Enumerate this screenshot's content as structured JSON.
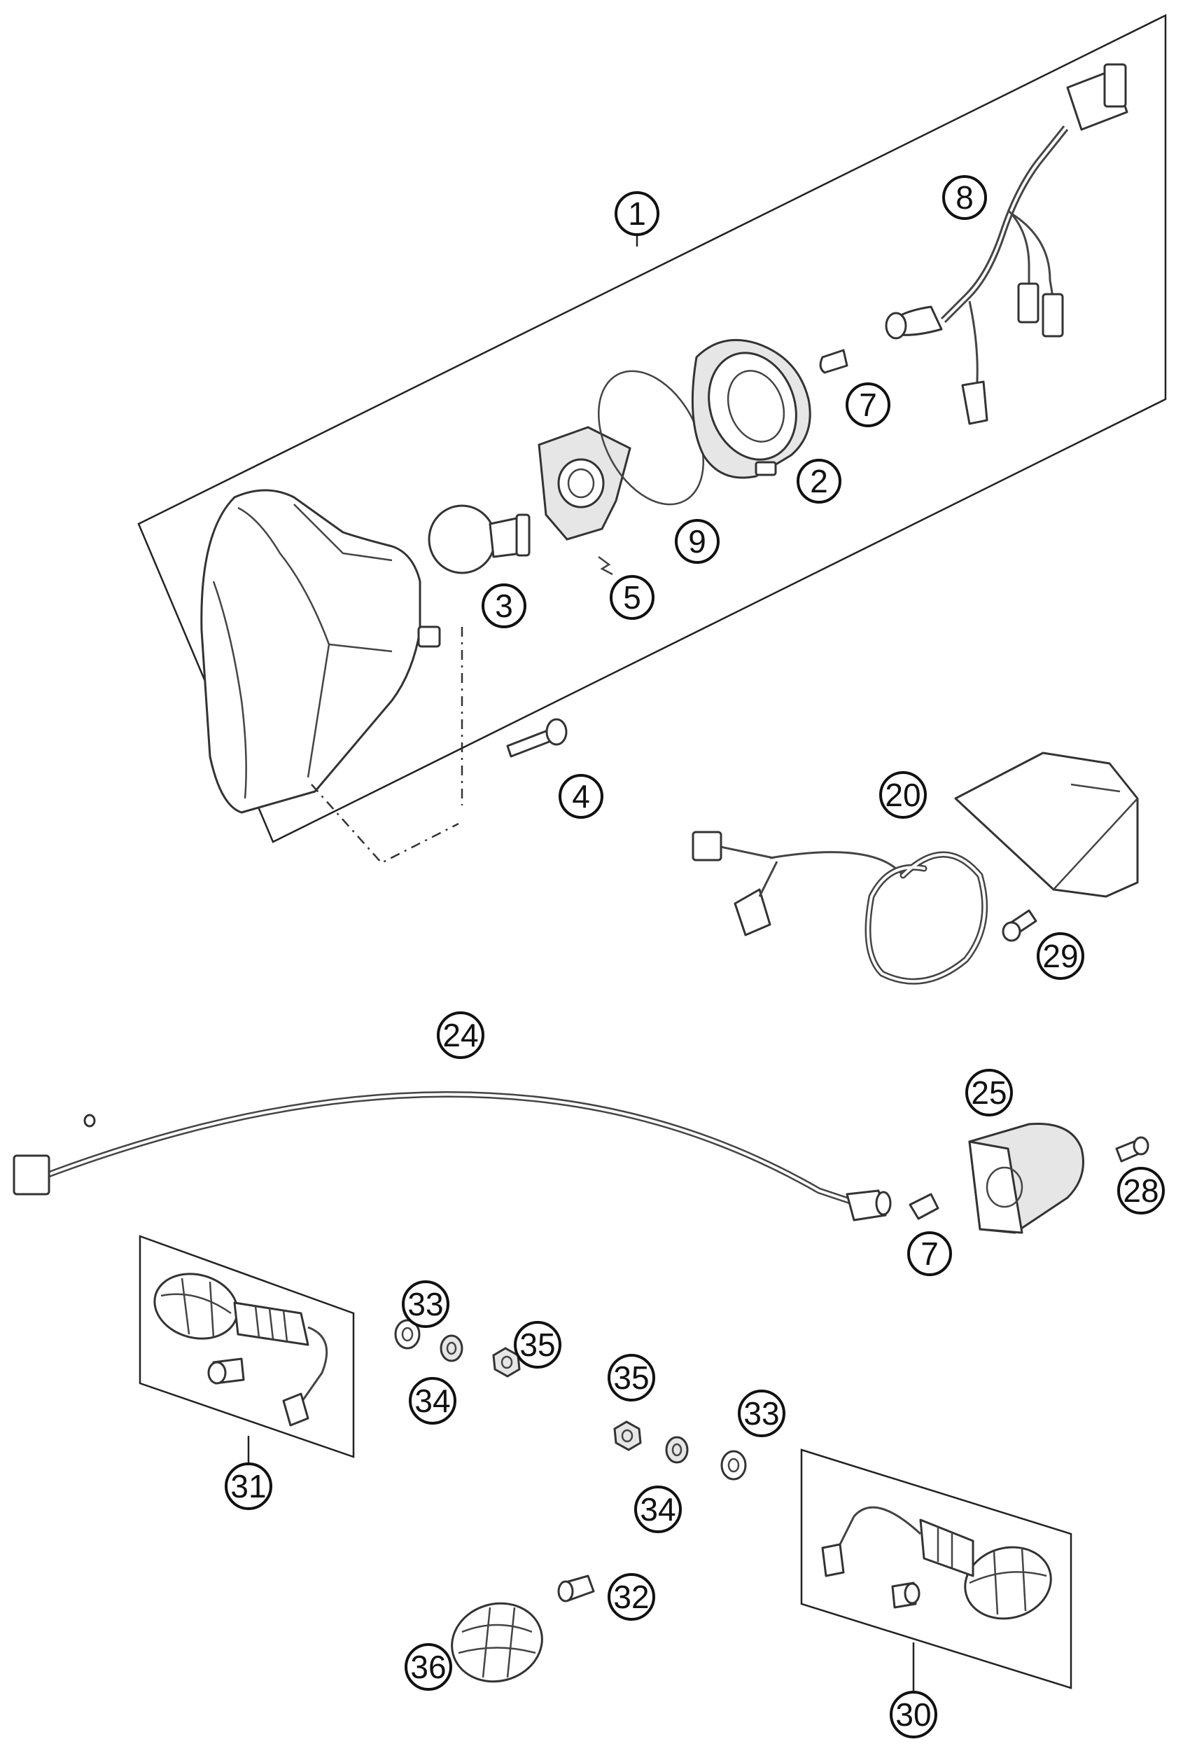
{
  "callouts": [
    {
      "id": "c1",
      "label": "1"
    },
    {
      "id": "c2",
      "label": "2"
    },
    {
      "id": "c3",
      "label": "3"
    },
    {
      "id": "c4",
      "label": "4"
    },
    {
      "id": "c5",
      "label": "5"
    },
    {
      "id": "c7a",
      "label": "7"
    },
    {
      "id": "c7b",
      "label": "7"
    },
    {
      "id": "c8",
      "label": "8"
    },
    {
      "id": "c9",
      "label": "9"
    },
    {
      "id": "c20",
      "label": "20"
    },
    {
      "id": "c24",
      "label": "24"
    },
    {
      "id": "c25",
      "label": "25"
    },
    {
      "id": "c28",
      "label": "28"
    },
    {
      "id": "c29",
      "label": "29"
    },
    {
      "id": "c30",
      "label": "30"
    },
    {
      "id": "c31",
      "label": "31"
    },
    {
      "id": "c32",
      "label": "32"
    },
    {
      "id": "c33a",
      "label": "33"
    },
    {
      "id": "c33b",
      "label": "33"
    },
    {
      "id": "c34a",
      "label": "34"
    },
    {
      "id": "c34b",
      "label": "34"
    },
    {
      "id": "c35a",
      "label": "35"
    },
    {
      "id": "c35b",
      "label": "35"
    },
    {
      "id": "c36",
      "label": "36"
    }
  ]
}
